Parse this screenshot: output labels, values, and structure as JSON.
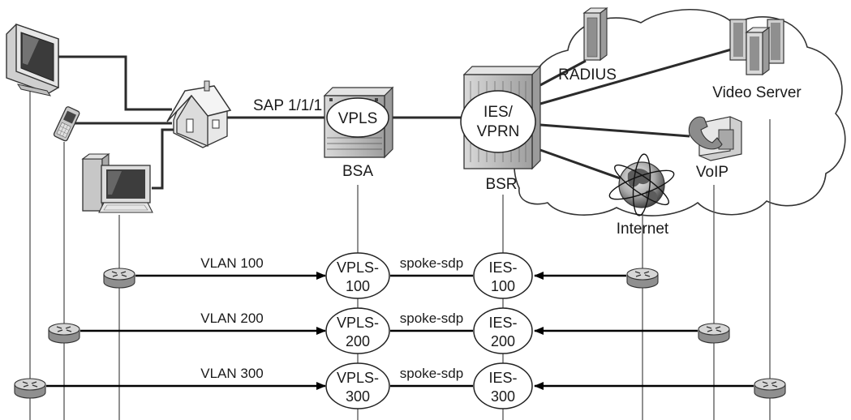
{
  "devices": {
    "bsa": {
      "label": "BSA",
      "service": "VPLS"
    },
    "bsr": {
      "label": "BSR",
      "service_line1": "IES/",
      "service_line2": "VPRN"
    }
  },
  "sap_label": "SAP 1/1/1",
  "cloud_services": {
    "radius": "RADIUS",
    "video_server": "Video Server",
    "voip": "VoIP",
    "internet": "Internet"
  },
  "vlans": [
    {
      "vlan": "VLAN 100",
      "vpls_line1": "VPLS-",
      "vpls_line2": "100",
      "link": "spoke-sdp",
      "ies_line1": "IES-",
      "ies_line2": "100"
    },
    {
      "vlan": "VLAN 200",
      "vpls_line1": "VPLS-",
      "vpls_line2": "200",
      "link": "spoke-sdp",
      "ies_line1": "IES-",
      "ies_line2": "200"
    },
    {
      "vlan": "VLAN 300",
      "vpls_line1": "VPLS-",
      "vpls_line2": "300",
      "link": "spoke-sdp",
      "ies_line1": "IES-",
      "ies_line2": "300"
    }
  ]
}
